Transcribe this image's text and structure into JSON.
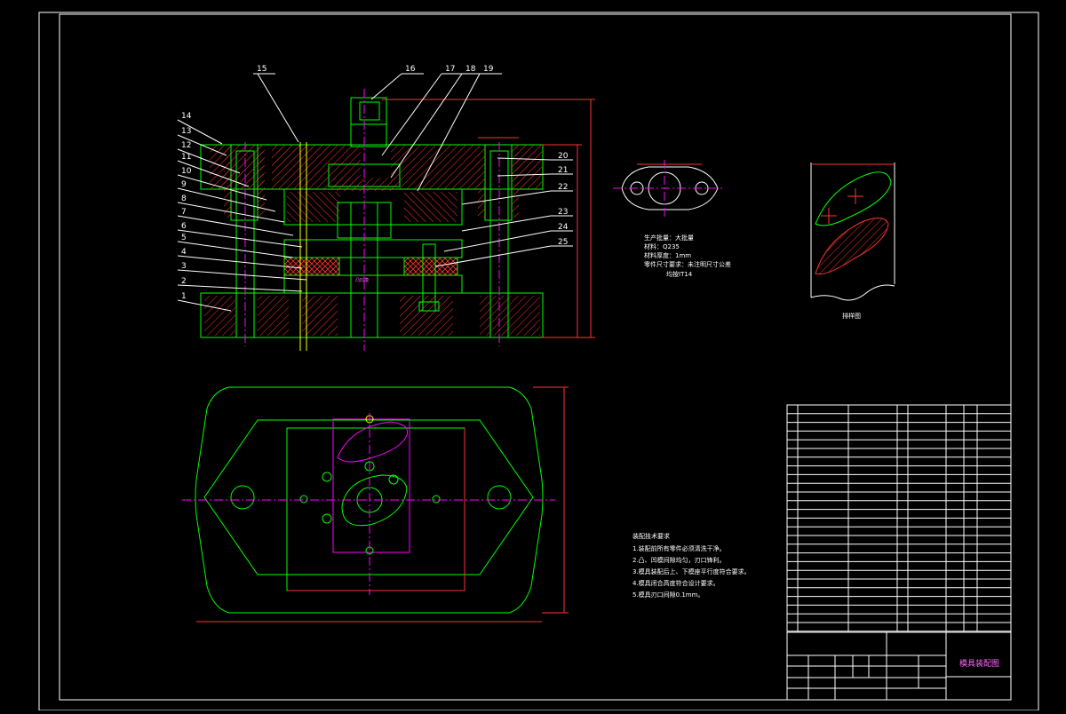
{
  "drawing": {
    "title_block_name": "模具装配图",
    "callouts": [
      "1",
      "2",
      "3",
      "4",
      "5",
      "6",
      "7",
      "8",
      "9",
      "10",
      "11",
      "12",
      "13",
      "14",
      "15",
      "16",
      "17",
      "18",
      "19",
      "20",
      "21",
      "22",
      "23",
      "24",
      "25"
    ],
    "part_view": {
      "lines": [
        "生产批量：大批量",
        "材料：Q235",
        "材料厚度：1mm",
        "零件尺寸要求：未注明尺寸公差",
        "均按IT14"
      ]
    },
    "layout_label": "排样图",
    "tech_requirements": {
      "heading": "装配技术要求",
      "items": [
        "1.装配前所有零件必须清洗干净。",
        "2.凸、凹模间隙均匀，刃口锋利。",
        "3.模具装配后上、下模座平行度符合要求。",
        "4.模具闭合高度符合设计要求。",
        "5.模具刃口间隙0.1mm。"
      ]
    },
    "colors": {
      "outline": "#00ff00",
      "section": "#ff3333",
      "center": "#ff00ff",
      "frame": "#ffffff",
      "dim": "#ffffff",
      "label": "#ffff00"
    }
  }
}
